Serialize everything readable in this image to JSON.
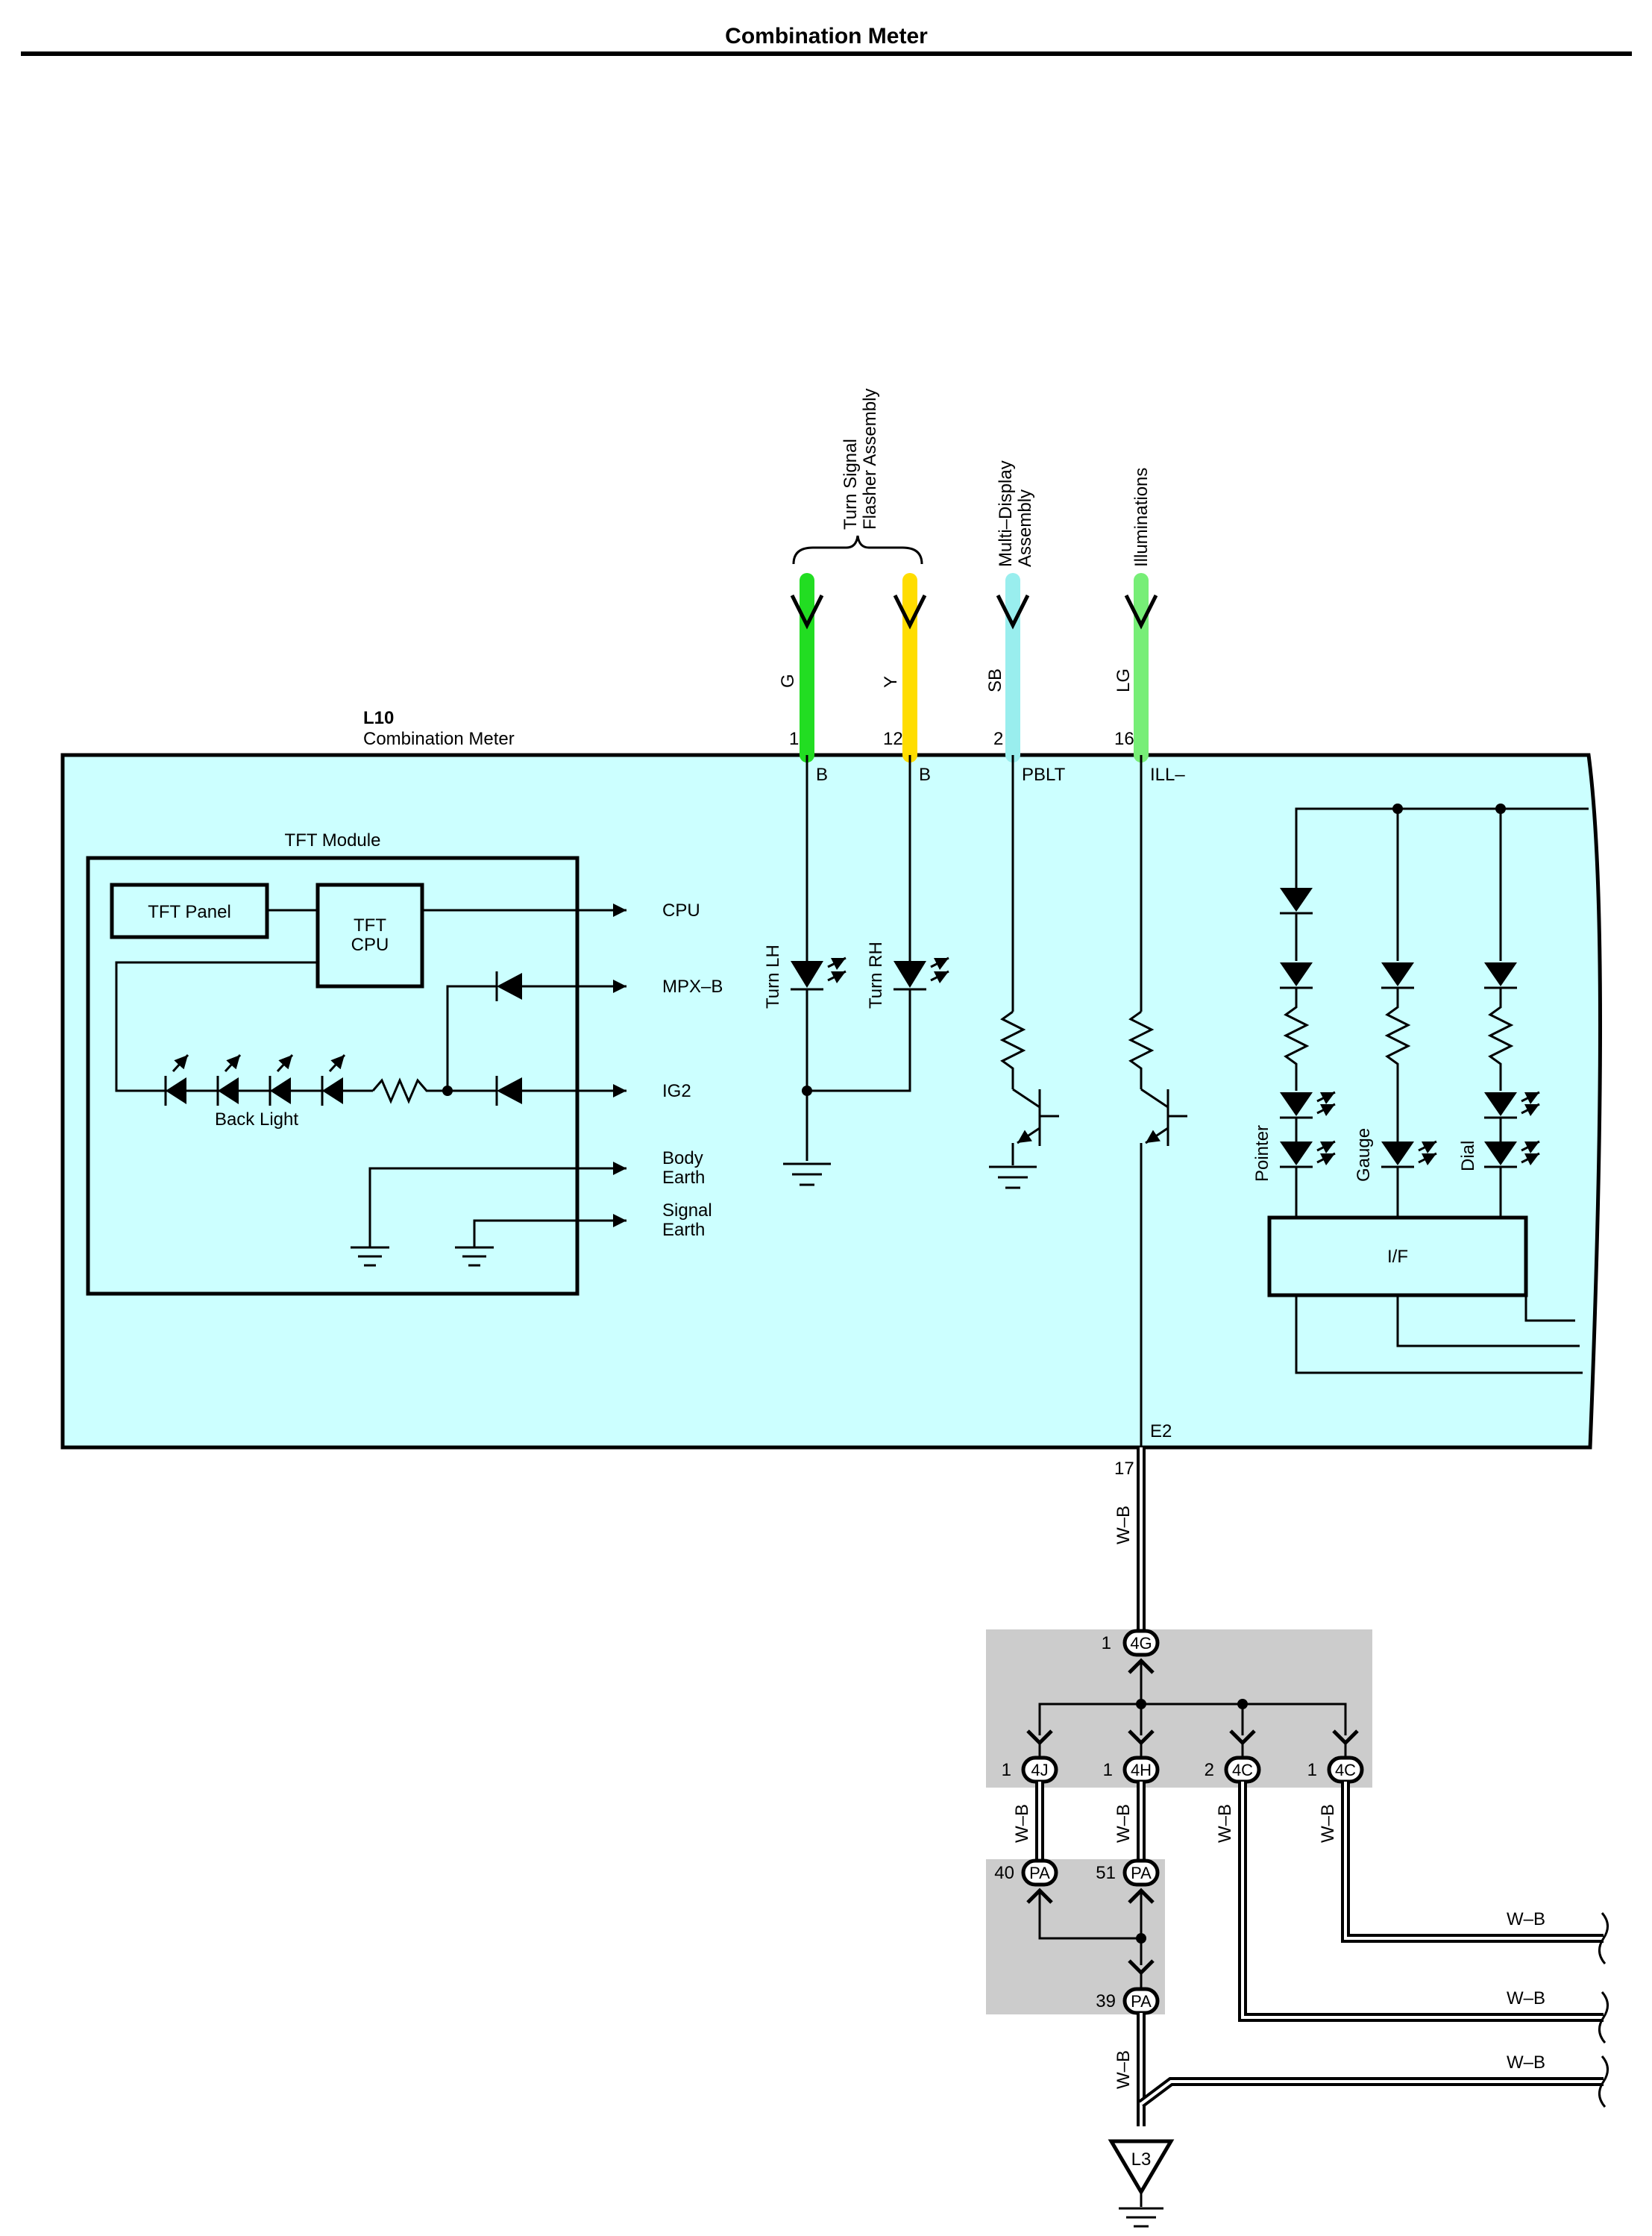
{
  "page_title": "Combination Meter",
  "component": {
    "code": "L10",
    "name": "Combination Meter"
  },
  "tft_module": {
    "title": "TFT Module",
    "panel": "TFT Panel",
    "cpu_line1": "TFT",
    "cpu_line2": "CPU",
    "back_light": "Back Light",
    "outputs": [
      "CPU",
      "MPX–B",
      "IG2"
    ],
    "body_earth": [
      "Body",
      "Earth"
    ],
    "signal_earth": [
      "Signal",
      "Earth"
    ]
  },
  "external": {
    "turn_signal": [
      "Turn Signal",
      "Flasher Assembly"
    ],
    "multi_display": [
      "Multi–Display",
      "Assembly"
    ],
    "illuminations": "Illuminations"
  },
  "wires": [
    {
      "color_code": "G",
      "pin": "1",
      "terminal": "B",
      "hex": "#22dd22"
    },
    {
      "color_code": "Y",
      "pin": "12",
      "terminal": "B",
      "hex": "#ffdd00"
    },
    {
      "color_code": "SB",
      "pin": "2",
      "terminal": "PBLT",
      "hex": "#99eeee"
    },
    {
      "color_code": "LG",
      "pin": "16",
      "terminal": "ILL–",
      "hex": "#77ee77"
    }
  ],
  "leds": {
    "turn_lh": "Turn LH",
    "turn_rh": "Turn RH",
    "pointer": "Pointer",
    "gauge": "Gauge",
    "dial": "Dial",
    "interface": "I/F"
  },
  "ground_terminal": {
    "terminal": "E2",
    "pin": "17",
    "wire": "W–B"
  },
  "connectors": {
    "c4g": {
      "id": "4G",
      "pin": "1"
    },
    "c4j": {
      "id": "4J",
      "pin": "1"
    },
    "c4h": {
      "id": "4H",
      "pin": "1"
    },
    "c4c_a": {
      "id": "4C",
      "pin": "2"
    },
    "c4c_b": {
      "id": "4C",
      "pin": "1"
    },
    "pa40": {
      "id": "PA",
      "pin": "40"
    },
    "pa51": {
      "id": "PA",
      "pin": "51"
    },
    "pa39": {
      "id": "PA",
      "pin": "39"
    }
  },
  "ground_point": "L3",
  "wire_label": "W–B",
  "colors": {
    "meter_fill": "#ccffff",
    "junction_fill": "#cccccc"
  }
}
